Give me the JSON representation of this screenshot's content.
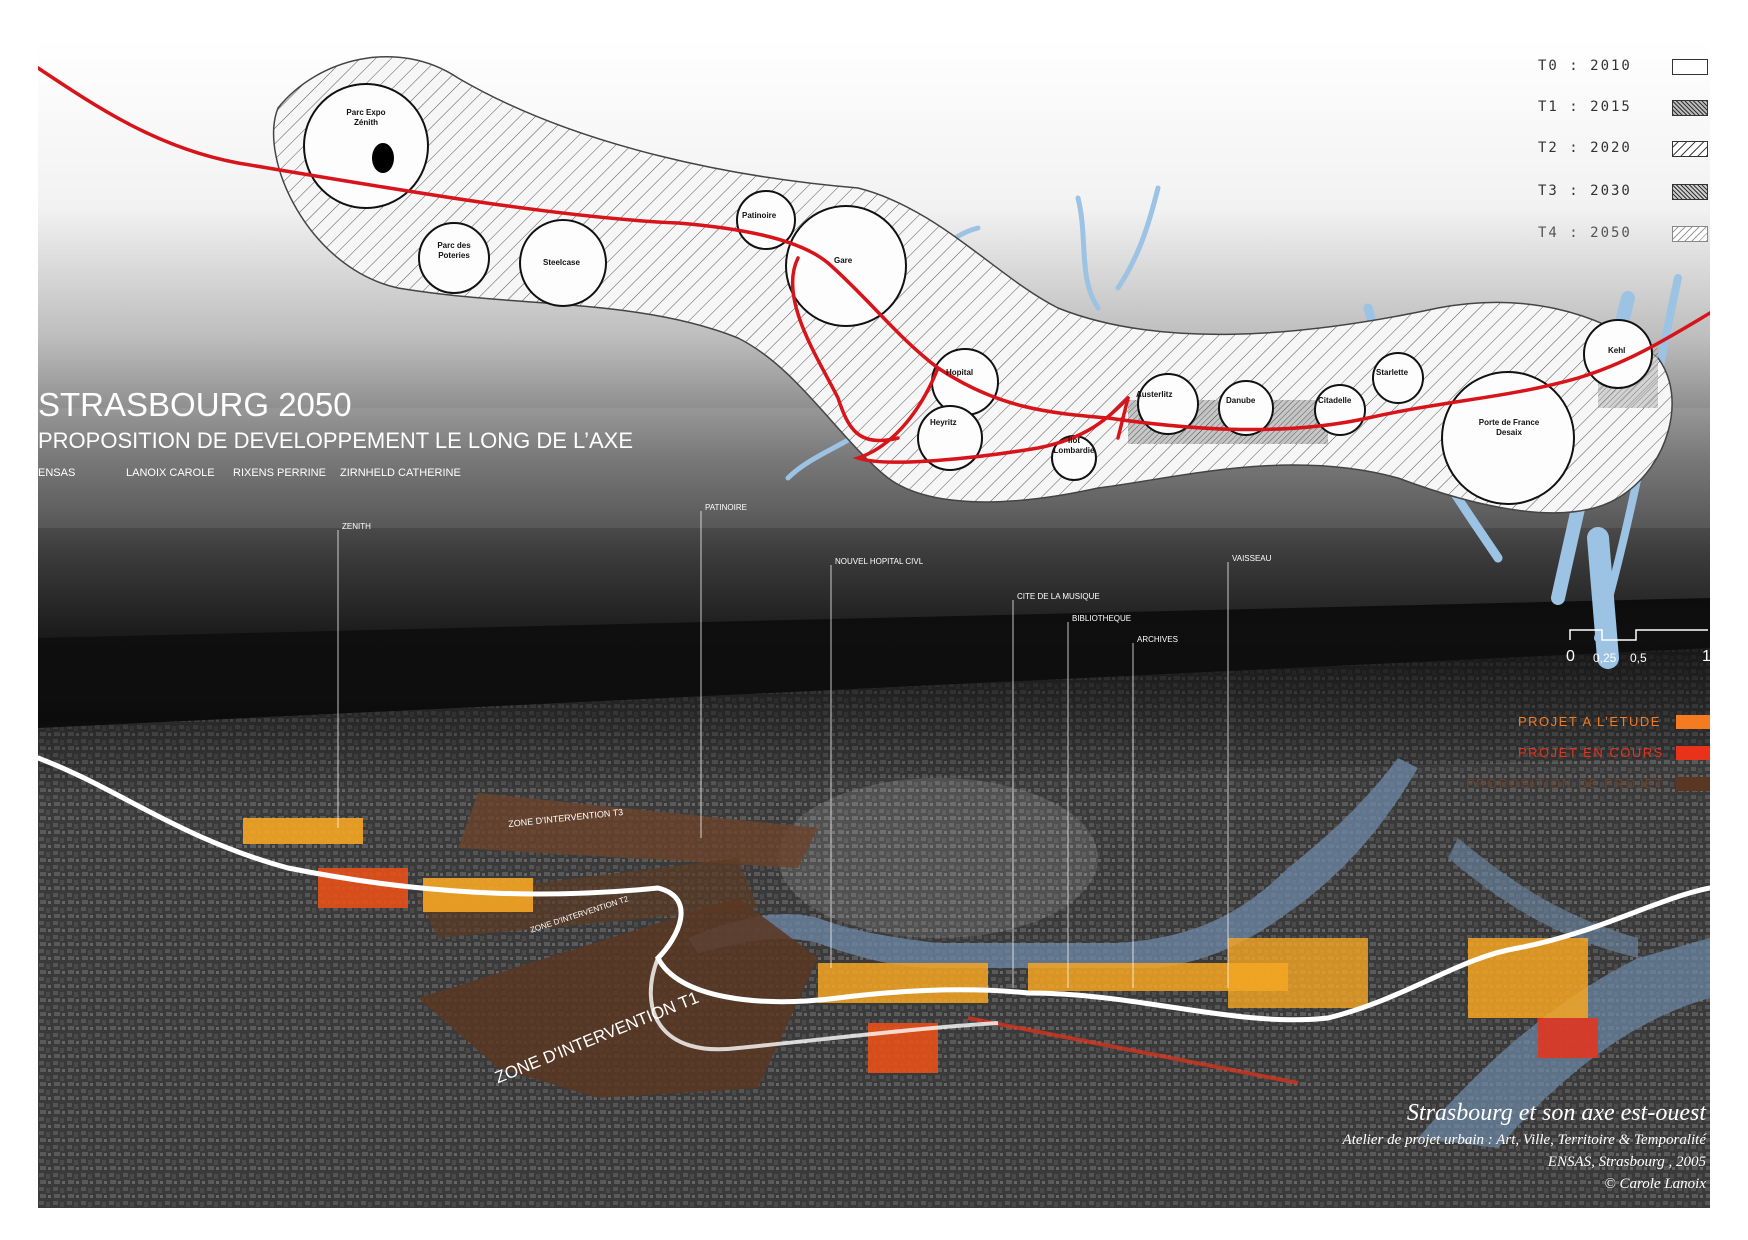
{
  "title": "STRASBOURG 2050",
  "subtitle": "PROPOSITION DE DEVELOPPEMENT LE LONG DE L’AXE",
  "school": "ENSAS",
  "authors": [
    "LANOIX CAROLE",
    "RIXENS PERRINE",
    "ZIRNHELD CATHERINE"
  ],
  "legend_phases": [
    {
      "label": "T0 : 2010",
      "pattern": "blank"
    },
    {
      "label": "T1 : 2015",
      "pattern": "dense"
    },
    {
      "label": "T2 : 2020",
      "pattern": "wide"
    },
    {
      "label": "T3 : 2030",
      "pattern": "dense"
    },
    {
      "label": "T4 : 2050",
      "pattern": "light"
    }
  ],
  "legend_projects": [
    {
      "label": "PROJET A L’ETUDE",
      "color": "#f47b20"
    },
    {
      "label": "PROJET EN COURS",
      "color": "#e8331a"
    },
    {
      "label": "PROPOSITION DE PROJET",
      "color": "#5a3722"
    }
  ],
  "scale_ticks": [
    "0",
    "0,25",
    "0,5",
    "1"
  ],
  "nodes": [
    "Parc Expo Zénith",
    "Parc des Poteries",
    "Steelcase",
    "Patinoire",
    "Gare",
    "Hopital",
    "Heyritz",
    "Ilot Lombardie",
    "Austerlitz",
    "Danube",
    "Citadelle",
    "Starlette",
    "Porte de France Desaix",
    "Kehl"
  ],
  "site_labels": [
    "ZENITH",
    "PATINOIRE",
    "NOUVEL HOPITAL CIVL",
    "CITE DE LA MUSIQUE",
    "BIBLIOTHEQUE",
    "ARCHIVES",
    "VAISSEAU"
  ],
  "zones": [
    "ZONE D'INTERVENTION T3",
    "ZONE D'INTERVENTION T2",
    "ZONE D'INTERVENTION T1"
  ],
  "caption": {
    "line1": "Strasbourg et son axe est-ouest",
    "line2": "Atelier de projet urbain : Art, Ville, Territoire & Temporalité",
    "line3": "ENSAS, Strasbourg , 2005",
    "line4": "© Carole Lanoix"
  },
  "colors": {
    "axis_red": "#d8141b",
    "water": "#9cc3e3",
    "orange": "#f5a623"
  }
}
